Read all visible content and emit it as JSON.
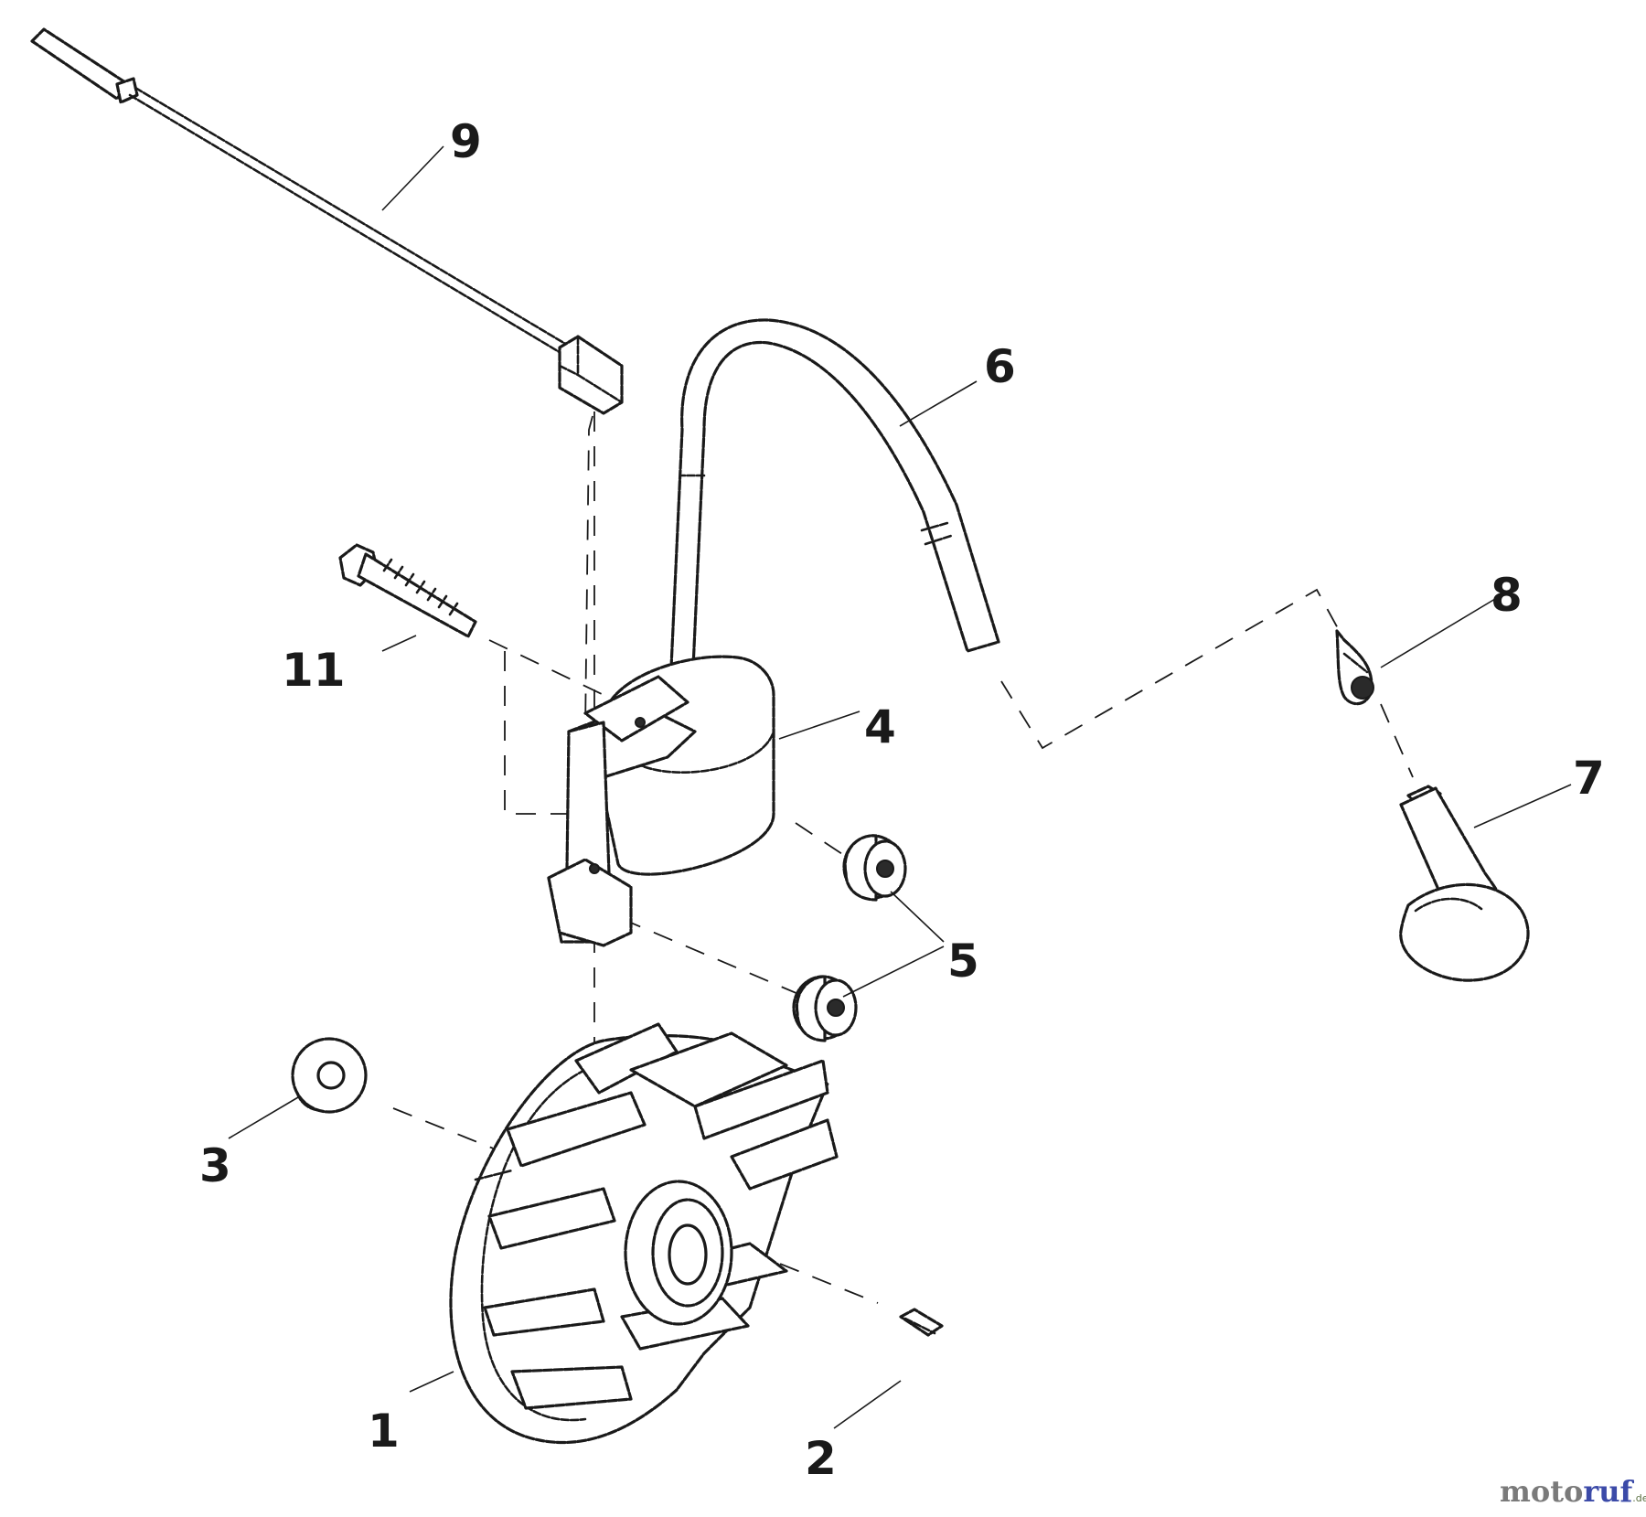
{
  "callouts": {
    "c1": "1",
    "c2": "2",
    "c3": "3",
    "c4": "4",
    "c5": "5",
    "c6": "6",
    "c7": "7",
    "c8": "8",
    "c9": "9",
    "c11": "11"
  },
  "watermark": {
    "moto": "moto",
    "ruf": "ruf",
    "tld": ".de"
  }
}
